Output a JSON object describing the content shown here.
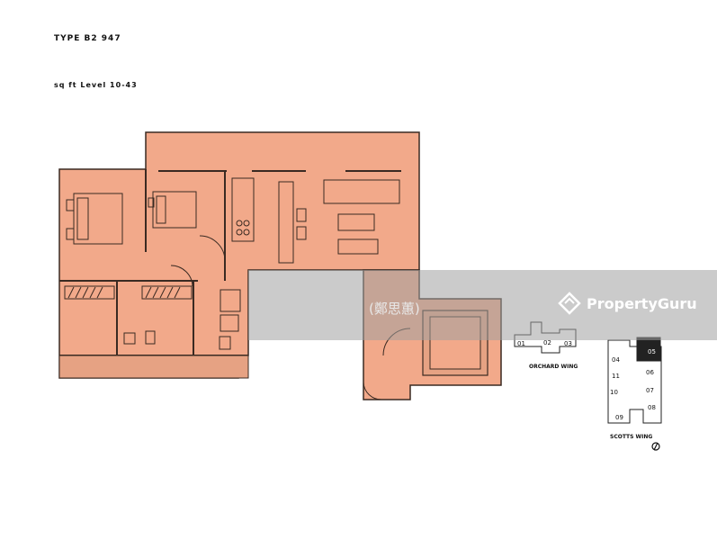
{
  "header": {
    "unit_type": "TYPE B2  947",
    "area_line": "sq ft   Level 10-43"
  },
  "key_plan": {
    "orchard_wing_label": "ORCHARD WING",
    "scotts_wing_label": "SCOTTS WING",
    "orchard_units": [
      "01",
      "02",
      "03"
    ],
    "scotts_units": [
      "04",
      "05",
      "06",
      "07",
      "08",
      "09",
      "10",
      "11"
    ],
    "highlighted_unit": "05"
  },
  "watermark": {
    "agent_name": "(鄭思蕙)",
    "brand": "PropertyGuru"
  },
  "colors": {
    "floor_fill": "#f2a98a",
    "wall_stroke": "#3a2a22",
    "balcony_fill": "#e6a283",
    "watermark_band": "#a0a0a0"
  },
  "icons": [
    "north-arrow-icon",
    "propertyguru-logo-icon"
  ]
}
